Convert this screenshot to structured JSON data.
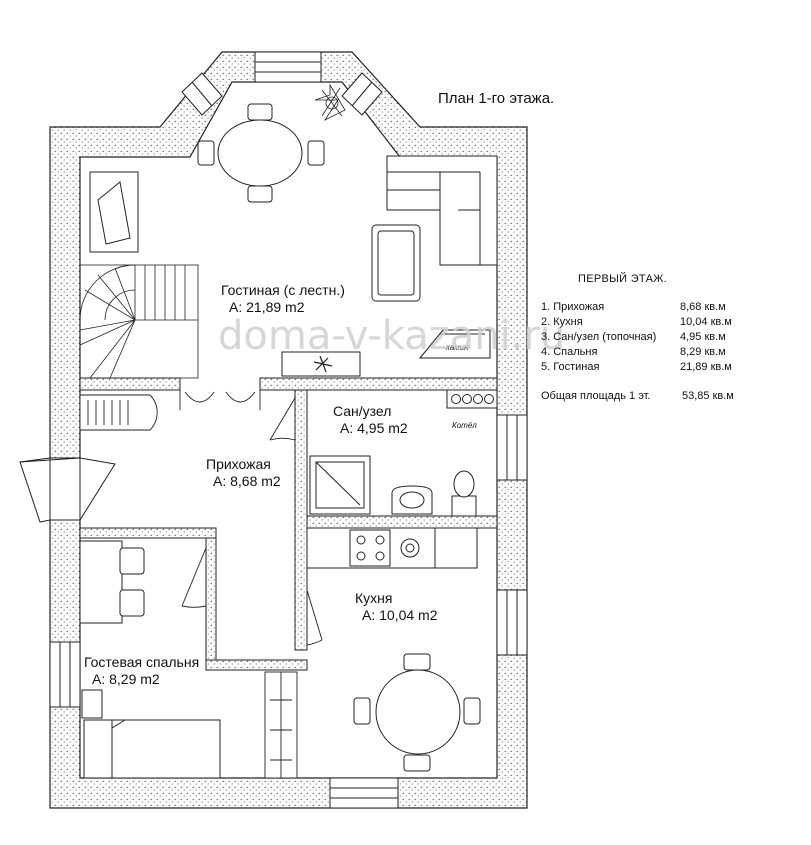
{
  "plan_title": "План 1-го этажа.",
  "watermark": "doma-v-kazani.ru",
  "summary": {
    "heading": "ПЕРВЫЙ ЭТАЖ.",
    "items": [
      {
        "name": "1. Прихожая",
        "value": "8,68 кв.м"
      },
      {
        "name": "2. Кухня",
        "value": "10,04 кв.м"
      },
      {
        "name": "3. Сан/узел (топочная)",
        "value": "4,95 кв.м"
      },
      {
        "name": "4. Спальня",
        "value": "8,29 кв.м"
      },
      {
        "name": "5. Гостиная",
        "value": "21,89 кв.м"
      }
    ],
    "total_label": "Общая площадь 1 эт.",
    "total_value": "53,85 кв.м"
  },
  "rooms": {
    "living": {
      "name": "Гостиная (с лестн.)",
      "area": "А: 21,89 m2"
    },
    "bathroom": {
      "name": "Сан/узел",
      "area": "А: 4,95 m2"
    },
    "hall": {
      "name": "Прихожая",
      "area": "А: 8,68 m2"
    },
    "kitchen": {
      "name": "Кухня",
      "area": "А: 10,04 m2"
    },
    "bedroom": {
      "name": "Гостевая спальня",
      "area": "А: 8,29 m2"
    }
  },
  "fixtures": {
    "fireplace": "камин",
    "boiler": "Котёл"
  }
}
